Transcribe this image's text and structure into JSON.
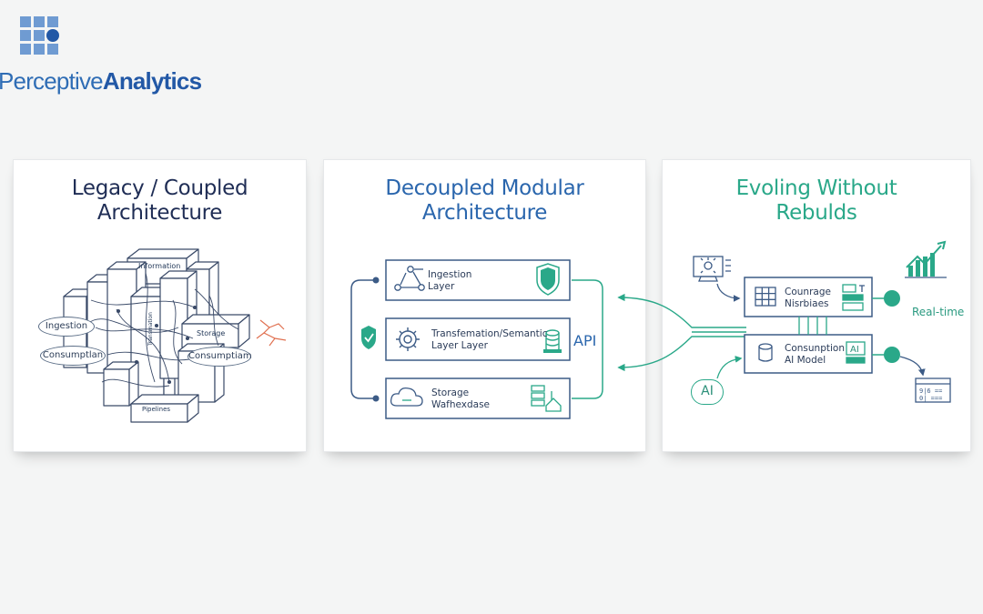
{
  "logo": {
    "text_light": "Perceptive",
    "text_bold": "Analytics"
  },
  "colors": {
    "navy": "#1f2d55",
    "blue": "#2a66ad",
    "teal": "#2aa889",
    "line": "#3c5b86"
  },
  "panels": {
    "legacy": {
      "title_line1": "Legacy / Coupled",
      "title_line2": "Architecture",
      "labels": {
        "information": "Information",
        "storage": "Storage",
        "ingestion": "Ingestion",
        "consumption_left": "Consumptlan",
        "consumption_right": "Consumptiam",
        "pipelines": "Pipelines",
        "logic": "Transmation"
      }
    },
    "modular": {
      "title_line1": "Decoupled Modular",
      "title_line2": "Architecture",
      "layers": [
        {
          "line1": "Ingestion",
          "line2": "Layer",
          "icon": "network-icon",
          "badge": "shield-icon"
        },
        {
          "line1": "Transfemation/Semantic",
          "line2": "Layer Layer",
          "icon": "gear-icon",
          "badge": "database-icon"
        },
        {
          "line1": "Storage",
          "line2": "Wafhexdase",
          "icon": "cloud-icon",
          "badge": "storage-server-icon"
        }
      ],
      "api_label": "API"
    },
    "evolving": {
      "title_line1": "Evoling Without",
      "title_line2": "Rebulds",
      "modules": [
        {
          "line1": "Counrage",
          "line2": "Nisrbiaes",
          "icon": "grid-icon",
          "badge": "dashboard-icon"
        },
        {
          "line1": "Consunption",
          "line2": "AI Model",
          "icon": "database-icon",
          "badge": "ai-chip-icon",
          "badge_text": "AI"
        }
      ],
      "ai_label": "AI",
      "realtime_label": "Real-time"
    }
  }
}
